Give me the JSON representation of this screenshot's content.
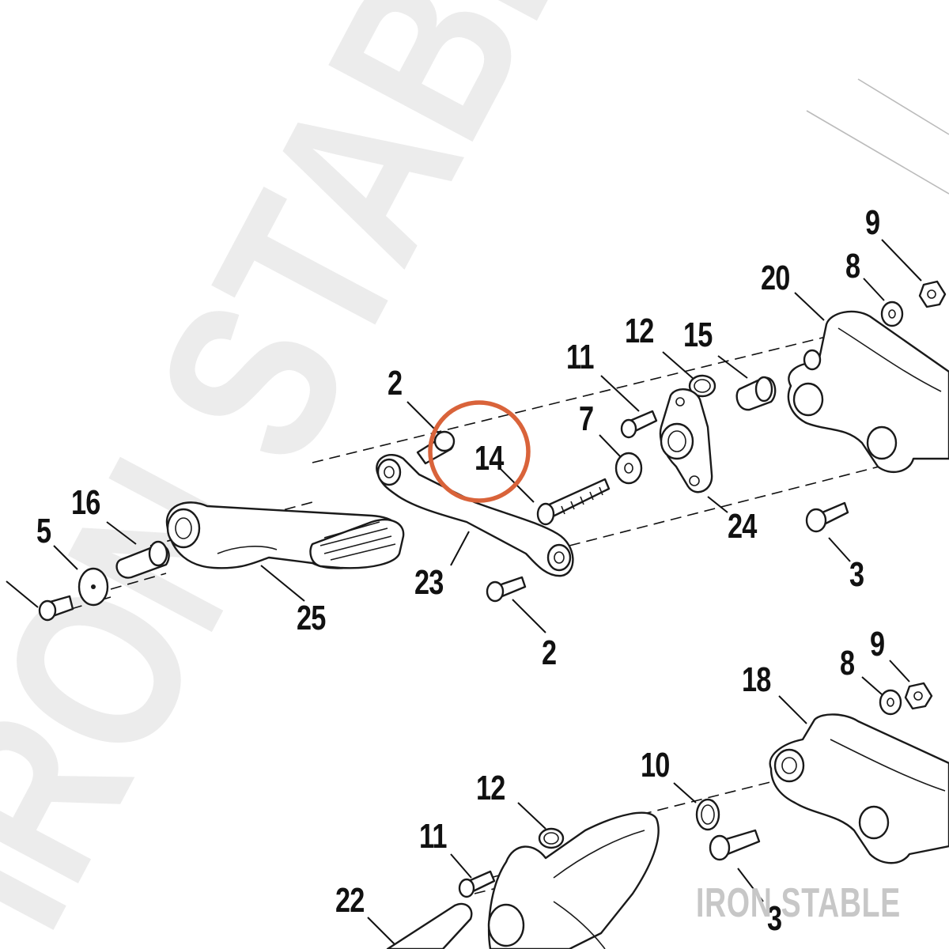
{
  "diagram": {
    "highlight_color": "#d9633a",
    "highlighted_callout": "14",
    "callouts": [
      {
        "id": "c-2a",
        "text": "2"
      },
      {
        "id": "c-14",
        "text": "14"
      },
      {
        "id": "c-11a",
        "text": "11"
      },
      {
        "id": "c-12a",
        "text": "12"
      },
      {
        "id": "c-15",
        "text": "15"
      },
      {
        "id": "c-7",
        "text": "7"
      },
      {
        "id": "c-20",
        "text": "20"
      },
      {
        "id": "c-9a",
        "text": "9"
      },
      {
        "id": "c-8a",
        "text": "8"
      },
      {
        "id": "c-24",
        "text": "24"
      },
      {
        "id": "c-3a",
        "text": "3"
      },
      {
        "id": "c-16",
        "text": "16"
      },
      {
        "id": "c-5",
        "text": "5"
      },
      {
        "id": "c-25",
        "text": "25"
      },
      {
        "id": "c-23",
        "text": "23"
      },
      {
        "id": "c-2b",
        "text": "2"
      },
      {
        "id": "c-18",
        "text": "18"
      },
      {
        "id": "c-9b",
        "text": "9"
      },
      {
        "id": "c-8b",
        "text": "8"
      },
      {
        "id": "c-10",
        "text": "10"
      },
      {
        "id": "c-12b",
        "text": "12"
      },
      {
        "id": "c-11b",
        "text": "11"
      },
      {
        "id": "c-22",
        "text": "22"
      },
      {
        "id": "c-3b",
        "text": "3"
      }
    ]
  },
  "branding": {
    "watermark": "IRON STABLE",
    "corner_label": "IRON STABLE"
  }
}
